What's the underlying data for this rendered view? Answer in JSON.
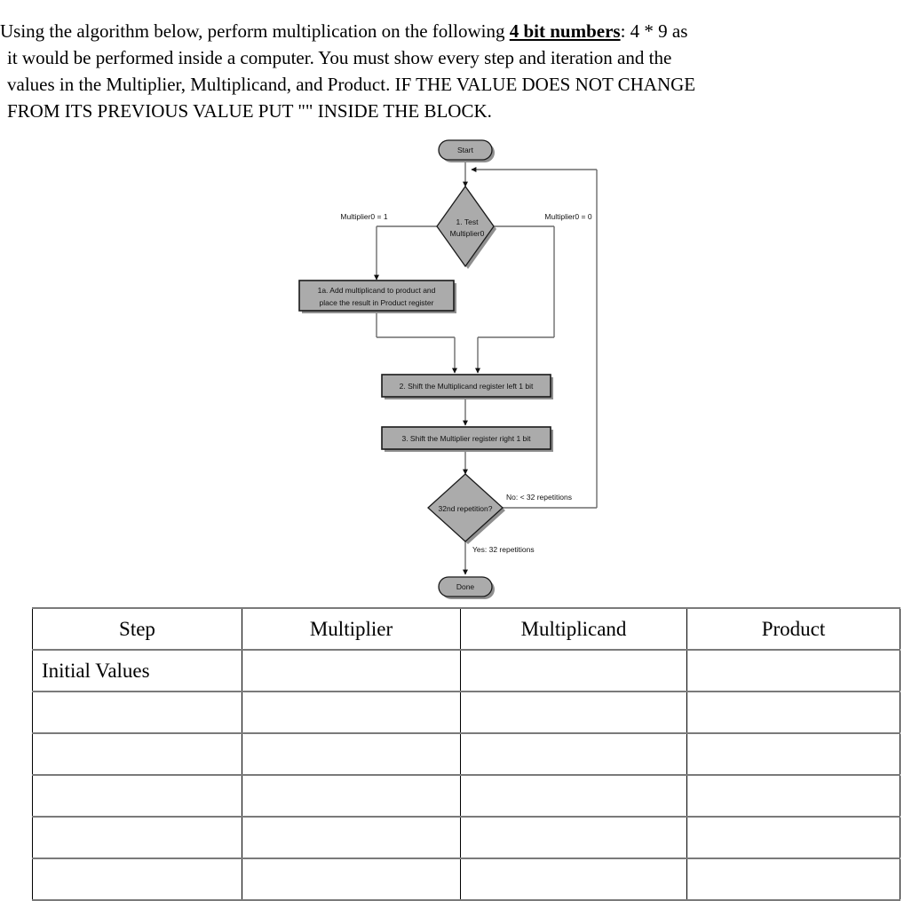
{
  "question": {
    "lines": [
      {
        "segments": [
          {
            "text": "Using the algorithm below, perform multiplication on the following ",
            "style": "normal"
          },
          {
            "text": "4 bit numbers",
            "style": "bold-underline"
          },
          {
            "text": ": 4 * 9 as",
            "style": "normal"
          }
        ]
      },
      {
        "segments": [
          {
            "text": "it would be performed inside a computer. You must show every step and iteration and the",
            "style": "normal"
          }
        ]
      },
      {
        "segments": [
          {
            "text": "values in the Multiplier, Multiplicand, and Product. IF THE VALUE DOES NOT CHANGE",
            "style": "normal"
          }
        ]
      },
      {
        "segments": [
          {
            "text": "FROM ITS PREVIOUS VALUE PUT \"\" INSIDE THE BLOCK.",
            "style": "normal"
          }
        ]
      }
    ],
    "line1_part1": "Using the algorithm below, perform multiplication on the following ",
    "line1_emphasis": "4 bit numbers",
    "line1_part2": ": 4 * 9 as",
    "line2": "it would be performed inside a computer. You must show every step and iteration and the",
    "line3": "values in the Multiplier, Multiplicand, and Product. IF THE VALUE DOES NOT CHANGE",
    "line4": "FROM ITS PREVIOUS VALUE PUT \"\" INSIDE THE BLOCK."
  },
  "flowchart": {
    "colors": {
      "shape_fill": "#ababab",
      "shape_stroke": "#1a1a1a",
      "connector": "#5a5a5a",
      "shadow": "#8a8a8a"
    },
    "nodes": {
      "start": {
        "label": "Start",
        "shape": "terminator"
      },
      "test": {
        "line1": "1.  Test",
        "line2": "Multiplier0",
        "shape": "decision"
      },
      "step1a": {
        "line1": "1a.  Add multiplicand to product and",
        "line2": "place the result in Product register",
        "shape": "process"
      },
      "step2": {
        "label": "2.  Shift the Multiplicand register left 1 bit",
        "shape": "process"
      },
      "step3": {
        "label": "3.  Shift the Multiplier register right 1 bit",
        "shape": "process"
      },
      "repetition": {
        "label": "32nd repetition?",
        "shape": "decision"
      },
      "done": {
        "label": "Done",
        "shape": "terminator"
      }
    },
    "edge_labels": {
      "left_branch": "Multiplier0 = 1",
      "right_branch": "Multiplier0 = 0",
      "no_branch": "No: < 32 repetitions",
      "yes_branch": "Yes: 32 repetitions"
    }
  },
  "table": {
    "headers": [
      "Step",
      "Multiplier",
      "Multiplicand",
      "Product"
    ],
    "rows": [
      [
        "Initial Values",
        "",
        "",
        ""
      ],
      [
        "",
        "",
        "",
        ""
      ],
      [
        "",
        "",
        "",
        ""
      ],
      [
        "",
        "",
        "",
        ""
      ],
      [
        "",
        "",
        "",
        ""
      ],
      [
        "",
        "",
        "",
        ""
      ]
    ]
  }
}
